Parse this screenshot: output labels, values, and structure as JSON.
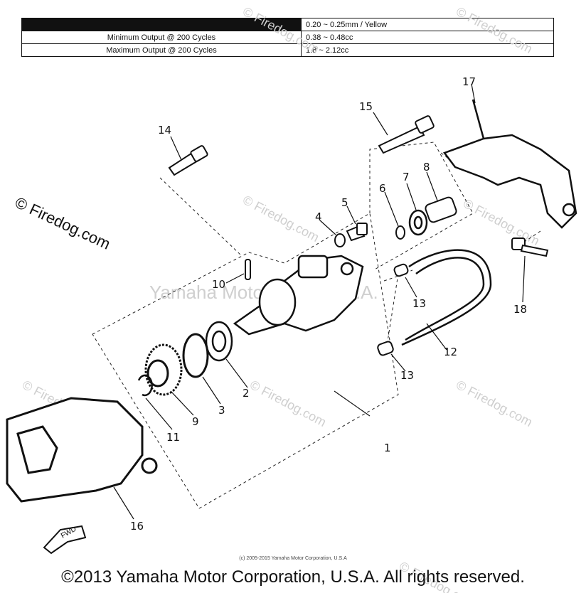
{
  "spec_table": {
    "rows": [
      {
        "label": "",
        "value": "0.20 ~ 0.25mm / Yellow",
        "dark": true
      },
      {
        "label": "Minimum Output @ 200 Cycles",
        "value": "0.38 ~ 0.48cc"
      },
      {
        "label": "Maximum Output @ 200 Cycles",
        "value": "1.8 ~ 2.12cc"
      }
    ]
  },
  "watermarks": {
    "center": "Yamaha Motor Corp, U.S.A.",
    "repeat": "© Firedog.com"
  },
  "firedog_mark": "© Firedog.com",
  "callouts": [
    "1",
    "2",
    "3",
    "4",
    "5",
    "6",
    "7",
    "8",
    "9",
    "10",
    "11",
    "12",
    "13",
    "13",
    "14",
    "15",
    "16",
    "17",
    "18"
  ],
  "fwd_label": "FWD",
  "copyright_small": "(c) 2005-2015 Yamaha Motor Corporation, U.S.A",
  "copyright": "©2013 Yamaha Motor Corporation, U.S.A. All rights reserved."
}
